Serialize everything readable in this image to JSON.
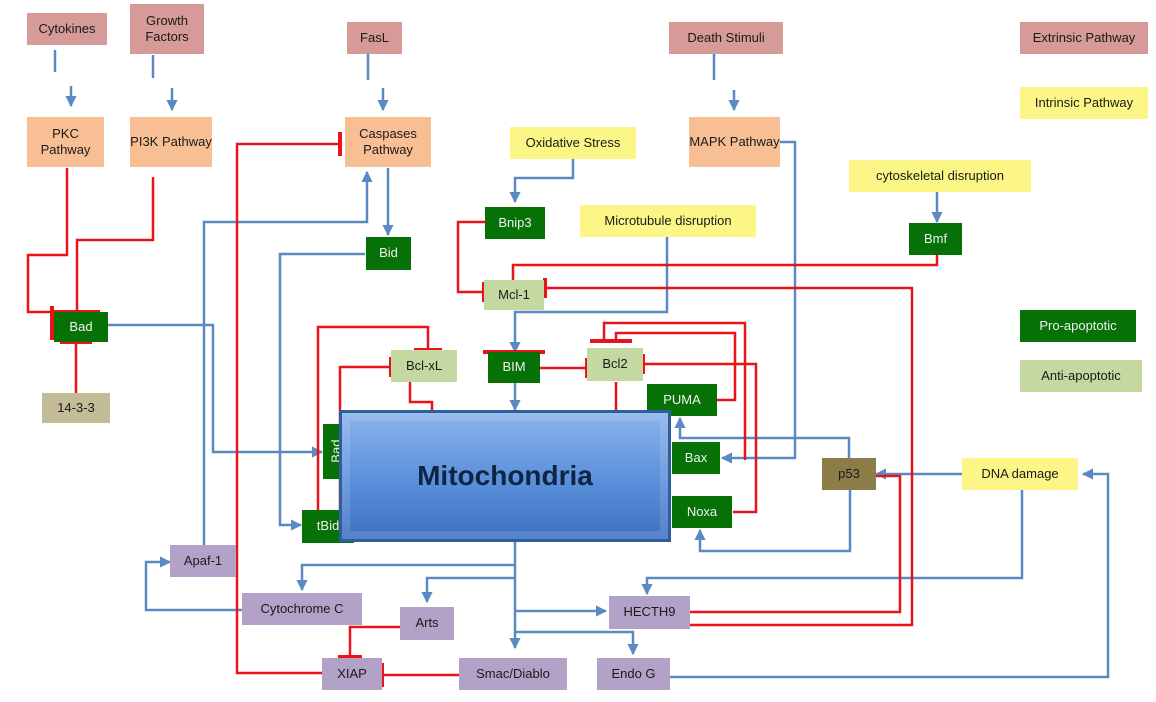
{
  "nodes": {
    "cytokines": "Cytokines",
    "growth_factors": "Growth Factors",
    "fasl": "FasL",
    "death_stimuli": "Death Stimuli",
    "pkc": "PKC Pathway",
    "pi3k": "PI3K Pathway",
    "caspases": "Caspases Pathway",
    "mapk": "MAPK Pathway",
    "oxidative_stress": "Oxidative Stress",
    "microtubule": "Microtubule disruption",
    "cytoskeletal": "cytoskeletal disruption",
    "dna_damage": "DNA damage",
    "bnip3": "Bnip3",
    "bid": "Bid",
    "bmf": "Bmf",
    "mcl1": "Mcl-1",
    "bad_left": "Bad",
    "bad_vertical": "Bad",
    "protein_1433": "14-3-3",
    "bclxl": "Bcl-xL",
    "bim": "BIM",
    "bcl2": "Bcl2",
    "puma": "PUMA",
    "bax": "Bax",
    "noxa": "Noxa",
    "tbid": "tBid",
    "p53": "p53",
    "apaf1": "Apaf-1",
    "cytochrome_c": "Cytochrome C",
    "arts": "Arts",
    "hecth9": "HECTH9",
    "xiap": "XIAP",
    "smac": "Smac/Diablo",
    "endog": "Endo G",
    "mitochondria": "Mitochondria"
  },
  "legend": {
    "extrinsic": "Extrinsic Pathway",
    "intrinsic": "Intrinsic Pathway",
    "pro": "Pro-apoptotic",
    "anti": "Anti-apoptotic"
  },
  "colors": {
    "activation_arrow": "#5b8ac2",
    "inhibition_line": "#e8141a",
    "extrinsic": "#d69a98",
    "pathway": "#f8bf94",
    "intrinsic": "#fcf686",
    "pro_apoptotic": "#067106",
    "anti_apoptotic": "#c4d9a2",
    "effector": "#b3a2c7",
    "p53": "#8c7c48",
    "protein_1433": "#c4bc97",
    "mitochondria": "#5a8fda"
  }
}
